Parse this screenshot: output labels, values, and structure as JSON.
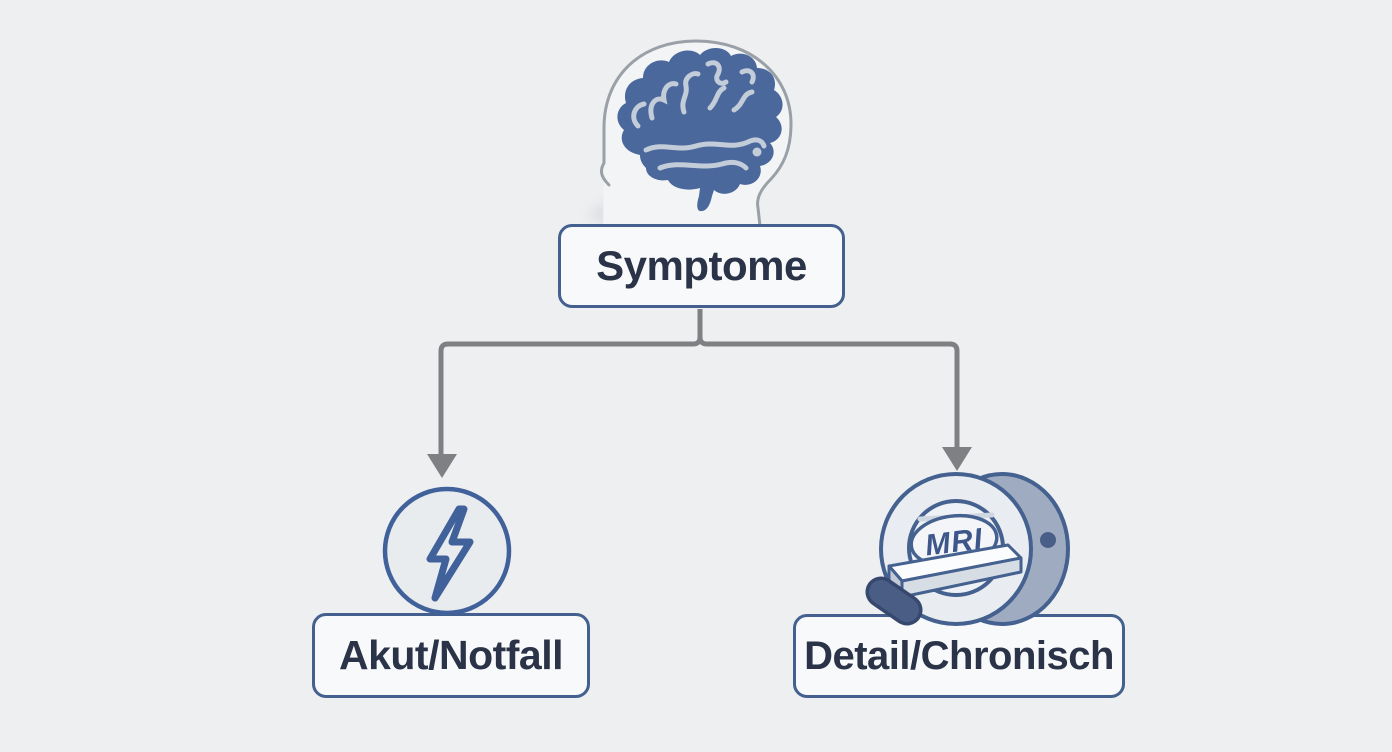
{
  "diagram": {
    "type": "flowchart",
    "root": {
      "id": "symptome",
      "label": "Symptome",
      "icon": "brain-head-icon"
    },
    "branches": [
      {
        "id": "akut",
        "label": "Akut/Notfall",
        "icon": "lightning-bolt-icon"
      },
      {
        "id": "detail",
        "label": "Detail/Chronisch",
        "icon": "mri-scanner-icon",
        "icon_label": "MRI"
      }
    ],
    "colors": {
      "background": "#edeff1",
      "node_border": "#44608f",
      "node_fill": "#f8f9fb",
      "node_text": "#2a3347",
      "icon_blue": "#41619b",
      "brain_fill": "#4a689b",
      "brain_groove": "#c3ccd9",
      "head_outline": "#9aa0a7",
      "connector_gray": "#7e8083",
      "mri_side_body": "#9fabc0"
    }
  }
}
